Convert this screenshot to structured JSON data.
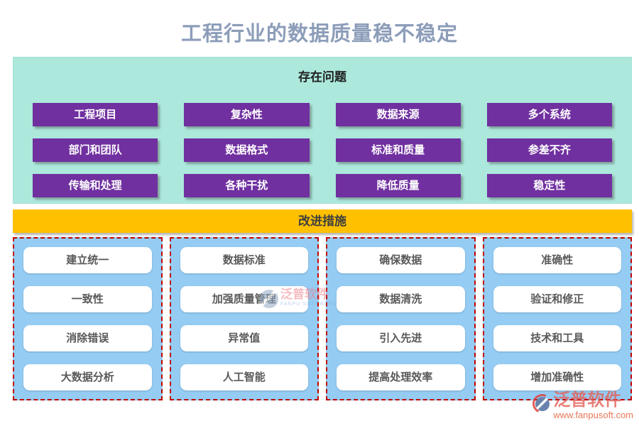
{
  "title": "工程行业的数据质量稳不稳定",
  "problems": {
    "header": "存在问题",
    "rows": [
      [
        "工程项目",
        "复杂性",
        "数据来源",
        "多个系统"
      ],
      [
        "部门和团队",
        "数据格式",
        "标准和质量",
        "参差不齐"
      ],
      [
        "传输和处理",
        "各种干扰",
        "降低质量",
        "稳定性"
      ]
    ]
  },
  "measures": {
    "header": "改进措施",
    "columns": [
      [
        "建立统一",
        "一致性",
        "消除错误",
        "大数据分析"
      ],
      [
        "数据标准",
        "加强质量管理",
        "异常值",
        "人工智能"
      ],
      [
        "确保数据",
        "数据清洗",
        "引入先进",
        "提高处理效率"
      ],
      [
        "准确性",
        "验证和修正",
        "技术和工具",
        "增加准确性"
      ]
    ]
  },
  "watermark_center": {
    "brand": "泛普软件",
    "subtext": "FANPU SOFTWARE"
  },
  "watermark_corner": {
    "brand": "泛普软件",
    "url": "www.fanpusoft.com"
  },
  "colors": {
    "title_text": "#8C9DB9",
    "problems_panel_bg": "#ACE8DC",
    "problem_item_bg": "#7030A0",
    "measures_bar_bg": "#FFC000",
    "measure_column_bg": "#94CCF4",
    "measure_column_border": "#C00000",
    "measure_item_bg": "#FFFFFF",
    "measure_item_text": "#595959",
    "watermark_red": "#E2605A"
  }
}
